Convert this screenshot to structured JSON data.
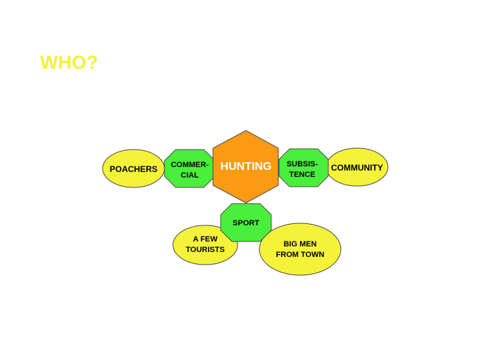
{
  "heading": "WHO?",
  "colors": {
    "heading": "#f2f23a",
    "center_hexagon": "#fb9a13",
    "category_octagon": "#49ef3c",
    "actor_ellipse": "#f5f23a",
    "outline": "#4a4a4a",
    "center_text": "#ffffff"
  },
  "diagram": {
    "center": {
      "label": "HUNTING"
    },
    "categories": {
      "commercial": {
        "line1": "COMMER-",
        "line2": "CIAL"
      },
      "subsistence": {
        "line1": "SUBSIS-",
        "line2": "TENCE"
      },
      "sport": {
        "line1": "SPORT"
      }
    },
    "actors": {
      "poachers": {
        "line1": "POACHERS"
      },
      "community": {
        "line1": "COMMUNITY"
      },
      "tourists": {
        "line1": "A FEW",
        "line2": "TOURISTS"
      },
      "big_men": {
        "line1": "BIG MEN",
        "line2": "FROM TOWN"
      }
    }
  }
}
